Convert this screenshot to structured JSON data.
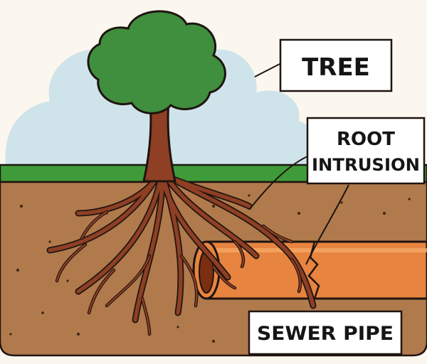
{
  "labels": {
    "tree": "TREE",
    "root_intrusion_line1": "ROOT",
    "root_intrusion_line2": "INTRUSION",
    "sewer_pipe": "SEWER PIPE"
  },
  "colors": {
    "background": "#fbf7ee",
    "sky": "#cfe3ea",
    "grass": "#3f9b3a",
    "soil": "#b07a4c",
    "trunk": "#8e3f24",
    "foliage": "#3f8f3e",
    "pipe": "#e7843f",
    "outline": "#1f1410"
  },
  "icons": {
    "tree": "tree-icon",
    "pipe": "sewer-pipe-icon"
  }
}
